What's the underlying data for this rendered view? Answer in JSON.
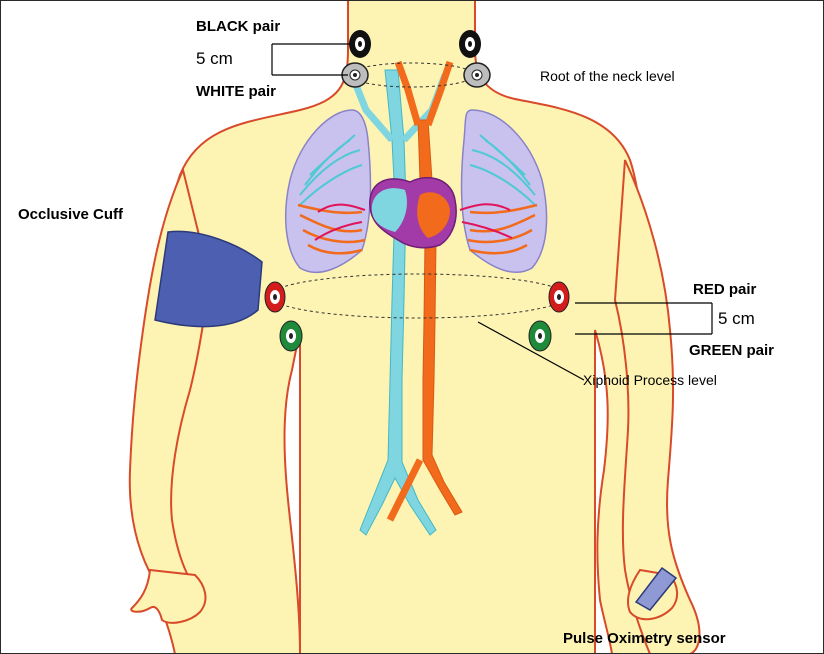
{
  "labels": {
    "black_pair": "BLACK pair",
    "upper_distance": "5 cm",
    "white_pair": "WHITE pair",
    "neck_level": "Root of the neck level",
    "occlusive_cuff": "Occlusive Cuff",
    "red_pair": "RED pair",
    "lower_distance": "5 cm",
    "green_pair": "GREEN pair",
    "xiphoid_level": "Xiphoid Process level",
    "pulse_oximetry": "Pulse Oximetry sensor"
  },
  "colors": {
    "skin": "#fdf4b4",
    "skin_outline": "#d84a2a",
    "artery": "#f26a1b",
    "vein": "#7fd6e0",
    "lung": "#c9c2ee",
    "heart": "#a23aa8",
    "cuff": "#4d5fb0",
    "electrode_black": "#111111",
    "electrode_white": "#bdbdbd",
    "electrode_red": "#d31d1d",
    "electrode_green": "#1f8a3a"
  }
}
